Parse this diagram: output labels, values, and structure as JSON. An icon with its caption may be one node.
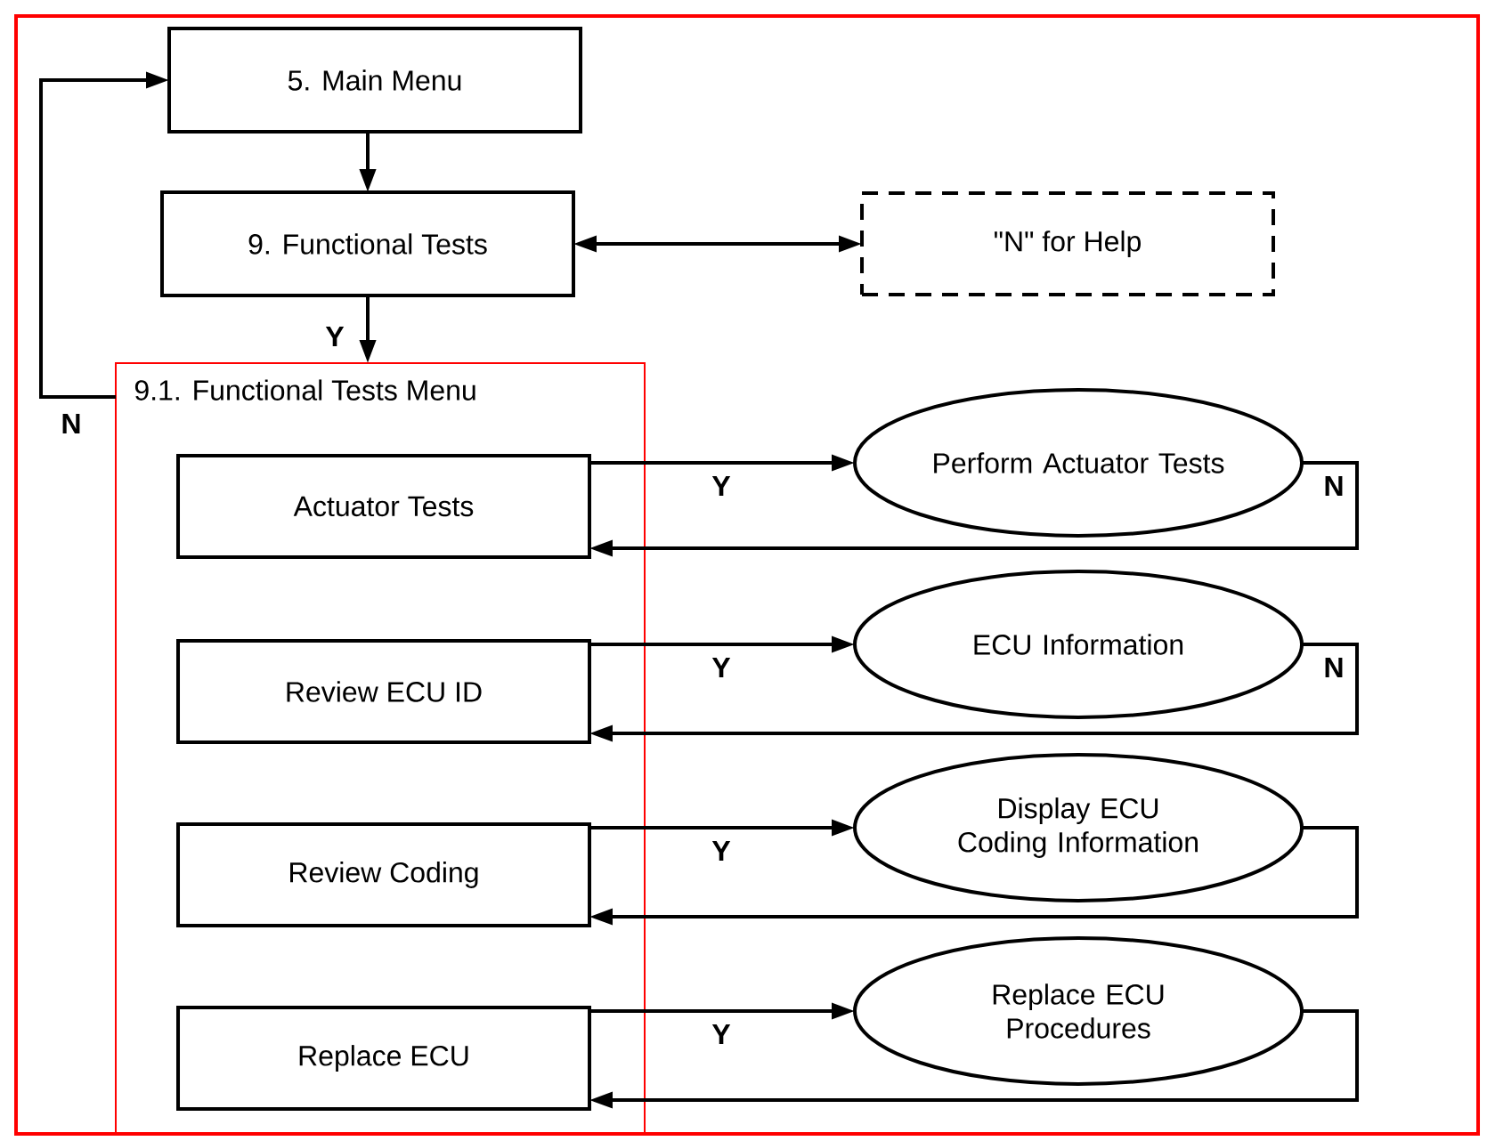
{
  "diagram": {
    "nodes": [
      {
        "text": [
          "5. Main Menu"
        ]
      },
      {
        "text": [
          "9. Functional Tests"
        ]
      },
      {
        "text": [
          "\"N\" for Help"
        ]
      },
      {
        "text": [
          "9.1. Functional Tests Menu"
        ]
      },
      {
        "text": [
          "Actuator Tests"
        ],
        "in": 3
      },
      {
        "text": [
          "Review ECU ID"
        ],
        "in": 3
      },
      {
        "text": [
          "Review Coding"
        ],
        "in": 3
      },
      {
        "text": [
          "Replace ECU"
        ],
        "in": 3
      },
      {
        "text": [
          "Perform Actuator Tests"
        ]
      },
      {
        "text": [
          "ECU Information"
        ]
      },
      {
        "text": [
          "Display ECU Coding Information"
        ]
      },
      {
        "text": [
          "Replace ECU Procedures"
        ]
      }
    ],
    "edges": [
      {
        "from": 0,
        "to": 1,
        "arrow": "to"
      },
      {
        "from": 1,
        "to": 2,
        "arrow": "both"
      },
      {
        "from": 1,
        "to": 3,
        "arrow": "to",
        "label": "Y"
      },
      {
        "from": 3,
        "to": 0,
        "arrow": "to",
        "label": "N"
      },
      {
        "from": 4,
        "to": 8,
        "arrow": "to",
        "label": "Y"
      },
      {
        "from": 8,
        "to": 4,
        "arrow": "to",
        "label": "N"
      },
      {
        "from": 5,
        "to": 9,
        "arrow": "to",
        "label": "Y"
      },
      {
        "from": 9,
        "to": 5,
        "arrow": "to",
        "label": "N"
      },
      {
        "from": 6,
        "to": 10,
        "arrow": "to",
        "label": "Y"
      },
      {
        "from": 10,
        "to": 6,
        "arrow": "to"
      },
      {
        "from": 7,
        "to": 11,
        "arrow": "to",
        "label": "Y"
      },
      {
        "from": 11,
        "to": 7,
        "arrow": "to"
      }
    ]
  }
}
